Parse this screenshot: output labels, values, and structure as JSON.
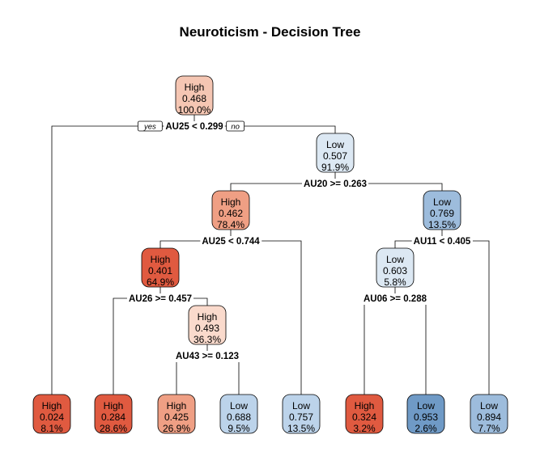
{
  "title": "Neuroticism - Decision Tree",
  "colors": {
    "High": {
      "strong": "#e05a40",
      "mid": "#ef9f84",
      "light": "#f5c6b3",
      "pale": "#fadacc"
    },
    "Low": {
      "pale": "#dce8f3",
      "light": "#bcd3ea",
      "mid": "#9dbcdc",
      "strong": "#6f9ac6"
    }
  },
  "nodes": [
    {
      "id": "n1",
      "class": "High",
      "value": "0.468",
      "pct": "100.0%",
      "shade": "light"
    },
    {
      "id": "n3",
      "class": "Low",
      "value": "0.507",
      "pct": "91.9%",
      "shade": "pale"
    },
    {
      "id": "n6",
      "class": "High",
      "value": "0.462",
      "pct": "78.4%",
      "shade": "mid"
    },
    {
      "id": "n7",
      "class": "Low",
      "value": "0.769",
      "pct": "13.5%",
      "shade": "mid"
    },
    {
      "id": "n12",
      "class": "High",
      "value": "0.401",
      "pct": "64.9%",
      "shade": "strong"
    },
    {
      "id": "n14",
      "class": "Low",
      "value": "0.603",
      "pct": "5.8%",
      "shade": "pale"
    },
    {
      "id": "n25",
      "class": "High",
      "value": "0.493",
      "pct": "36.3%",
      "shade": "pale"
    },
    {
      "id": "l1",
      "class": "High",
      "value": "0.024",
      "pct": "8.1%",
      "shade": "strong"
    },
    {
      "id": "l2",
      "class": "High",
      "value": "0.284",
      "pct": "28.6%",
      "shade": "strong"
    },
    {
      "id": "l3",
      "class": "High",
      "value": "0.425",
      "pct": "26.9%",
      "shade": "mid"
    },
    {
      "id": "l4",
      "class": "Low",
      "value": "0.688",
      "pct": "9.5%",
      "shade": "light"
    },
    {
      "id": "l5",
      "class": "Low",
      "value": "0.757",
      "pct": "13.5%",
      "shade": "light"
    },
    {
      "id": "l6",
      "class": "High",
      "value": "0.324",
      "pct": "3.2%",
      "shade": "strong"
    },
    {
      "id": "l7",
      "class": "Low",
      "value": "0.953",
      "pct": "2.6%",
      "shade": "strong"
    },
    {
      "id": "l8",
      "class": "Low",
      "value": "0.894",
      "pct": "7.7%",
      "shade": "mid"
    }
  ],
  "splits": [
    {
      "node": "n1",
      "label": "AU25 < 0.299",
      "left": "l1",
      "right": "n3"
    },
    {
      "node": "n3",
      "label": "AU20 >= 0.263",
      "left": "n6",
      "right": "n7"
    },
    {
      "node": "n6",
      "label": "AU25 < 0.744",
      "left": "n12",
      "right": "l5"
    },
    {
      "node": "n7",
      "label": "AU11 < 0.405",
      "left": "n14",
      "right": "l8"
    },
    {
      "node": "n12",
      "label": "AU26 >= 0.457",
      "left": "l2",
      "right": "n25"
    },
    {
      "node": "n14",
      "label": "AU06 >= 0.288",
      "left": "l6",
      "right": "l7"
    },
    {
      "node": "n25",
      "label": "AU43 >= 0.123",
      "left": "l3",
      "right": "l4"
    }
  ],
  "branch_labels": {
    "yes": "yes",
    "no": "no"
  }
}
